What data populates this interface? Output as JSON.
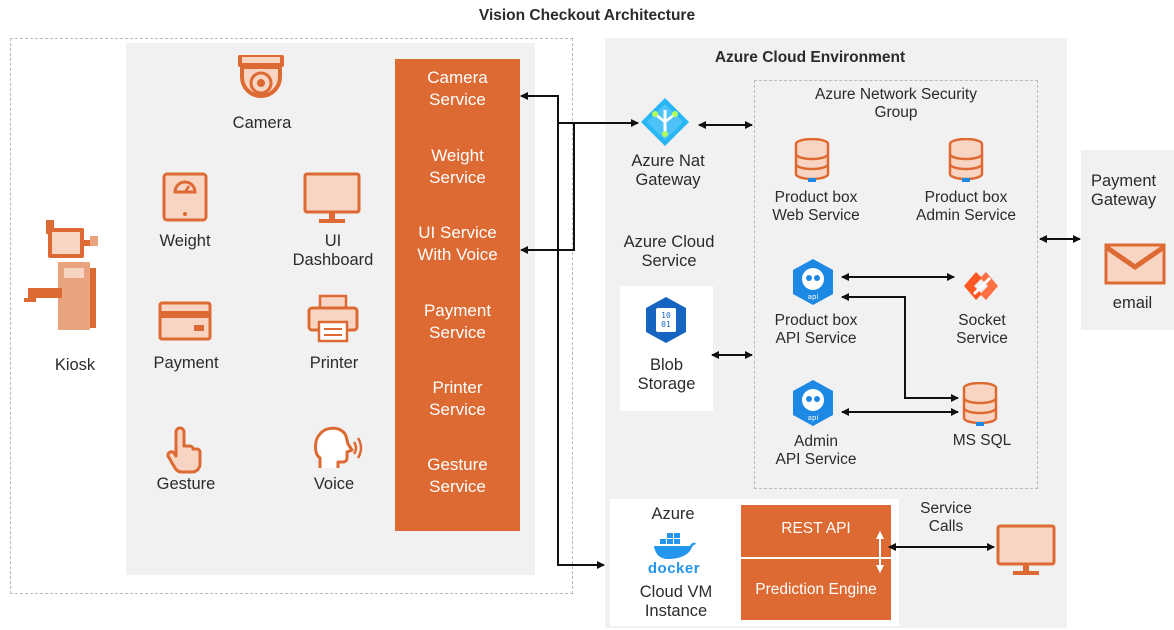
{
  "title": "Vision Checkout Architecture",
  "device": {
    "kiosk": "Kiosk"
  },
  "hardware": {
    "camera": "Camera",
    "weight": "Weight",
    "ui_dashboard": "UI\nDashboard",
    "payment": "Payment",
    "printer": "Printer",
    "gesture": "Gesture",
    "voice": "Voice"
  },
  "services": [
    "Camera\nService",
    "Weight\nService",
    "UI Service\nWith Voice",
    "Payment\nService",
    "Printer\nService",
    "Gesture\nService"
  ],
  "azure": {
    "environment_title": "Azure Cloud Environment",
    "nat_gateway": "Azure Nat\nGateway",
    "cloud_service": "Azure Cloud\nService",
    "blob_storage": "Blob\nStorage",
    "nsg": {
      "title": "Azure Network Security\nGroup",
      "web_service": "Product box\nWeb Service",
      "admin_service": "Product box\nAdmin  Service",
      "api_service": "Product box\nAPI Service",
      "socket_service": "Socket\nService",
      "admin_api": "Admin\nAPI Service",
      "ms_sql": "MS SQL"
    },
    "vm": {
      "azure": "Azure",
      "docker": "docker",
      "instance": "Cloud VM\nInstance",
      "rest_api": "REST API",
      "prediction_engine": "Prediction Engine"
    }
  },
  "external": {
    "payment_gateway": "Payment\nGateway",
    "email": "email",
    "service_calls": "Service\nCalls"
  },
  "icons": {
    "brand_orange": "#dc6a32",
    "icon_fill": "#f7d5c2",
    "azure_blue": "#1e88e5",
    "docker_blue": "#2496ed",
    "panel_gray": "#f1f1f1"
  }
}
